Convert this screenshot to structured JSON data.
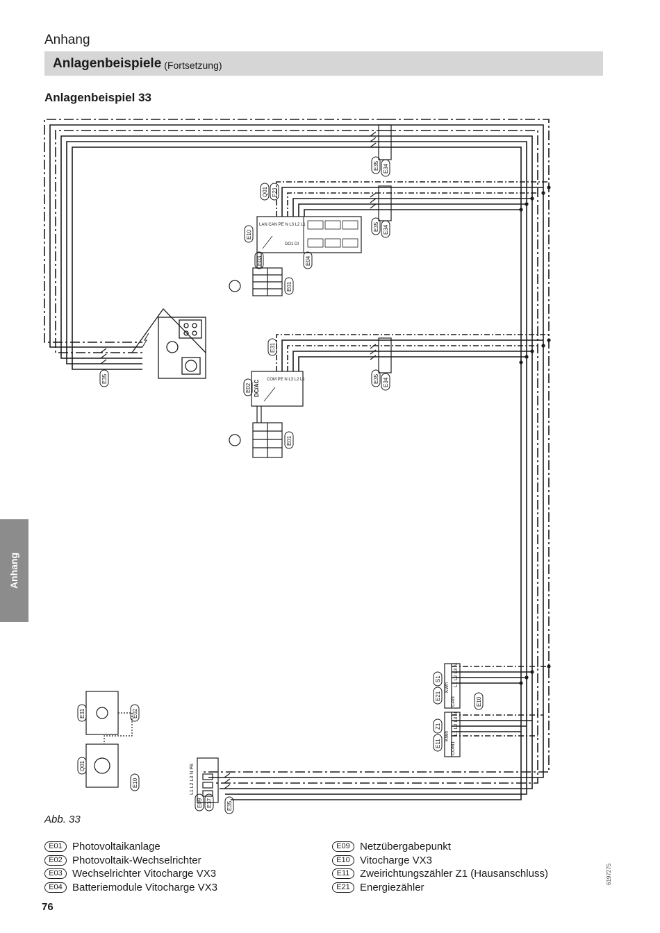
{
  "header": {
    "section": "Anhang",
    "title": "Anlagenbeispiele",
    "title_suffix": "(Fortsetzung)"
  },
  "subtitle": "Anlagenbeispiel 33",
  "side_tab": "Anhang",
  "diagram": {
    "labels": {
      "e35": "E35",
      "e34": "E34",
      "e21": "E21",
      "q01": "Q01",
      "e10": "E10",
      "e03": "E03",
      "e04": "E04",
      "e01": "E01",
      "e31": "E31",
      "e02": "E02",
      "s1": "S1",
      "z1": "Z1",
      "e11": "E11",
      "e09": "E09",
      "e37": "E37"
    },
    "terminals_e10": "LAN CAN PE N L3 L2 L1",
    "do_di": "DO1 DI",
    "dcac": "DC/AC",
    "terminals_e02": "COM PE N L3 L2 L1",
    "kwh": "KWh",
    "meter_terminals": "L1 L2 L3 N",
    "can": "CAN",
    "com1": "COM1",
    "feed_terminals": "L1 L2 L3 N PE"
  },
  "figure_caption": "Abb. 33",
  "legend_left": [
    {
      "code": "E01",
      "text": "Photovoltaikanlage"
    },
    {
      "code": "E02",
      "text": "Photovoltaik-Wechselrichter"
    },
    {
      "code": "E03",
      "text": "Wechselrichter Vitocharge VX3"
    },
    {
      "code": "E04",
      "text": "Batteriemodule Vitocharge VX3"
    }
  ],
  "legend_right": [
    {
      "code": "E09",
      "text": "Netzübergabepunkt"
    },
    {
      "code": "E10",
      "text": "Vitocharge VX3"
    },
    {
      "code": "E11",
      "text": "Zweirichtungszähler Z1 (Hausanschluss)"
    },
    {
      "code": "E21",
      "text": "Energiezähler"
    }
  ],
  "page_number": "76",
  "doc_number": "6197275"
}
